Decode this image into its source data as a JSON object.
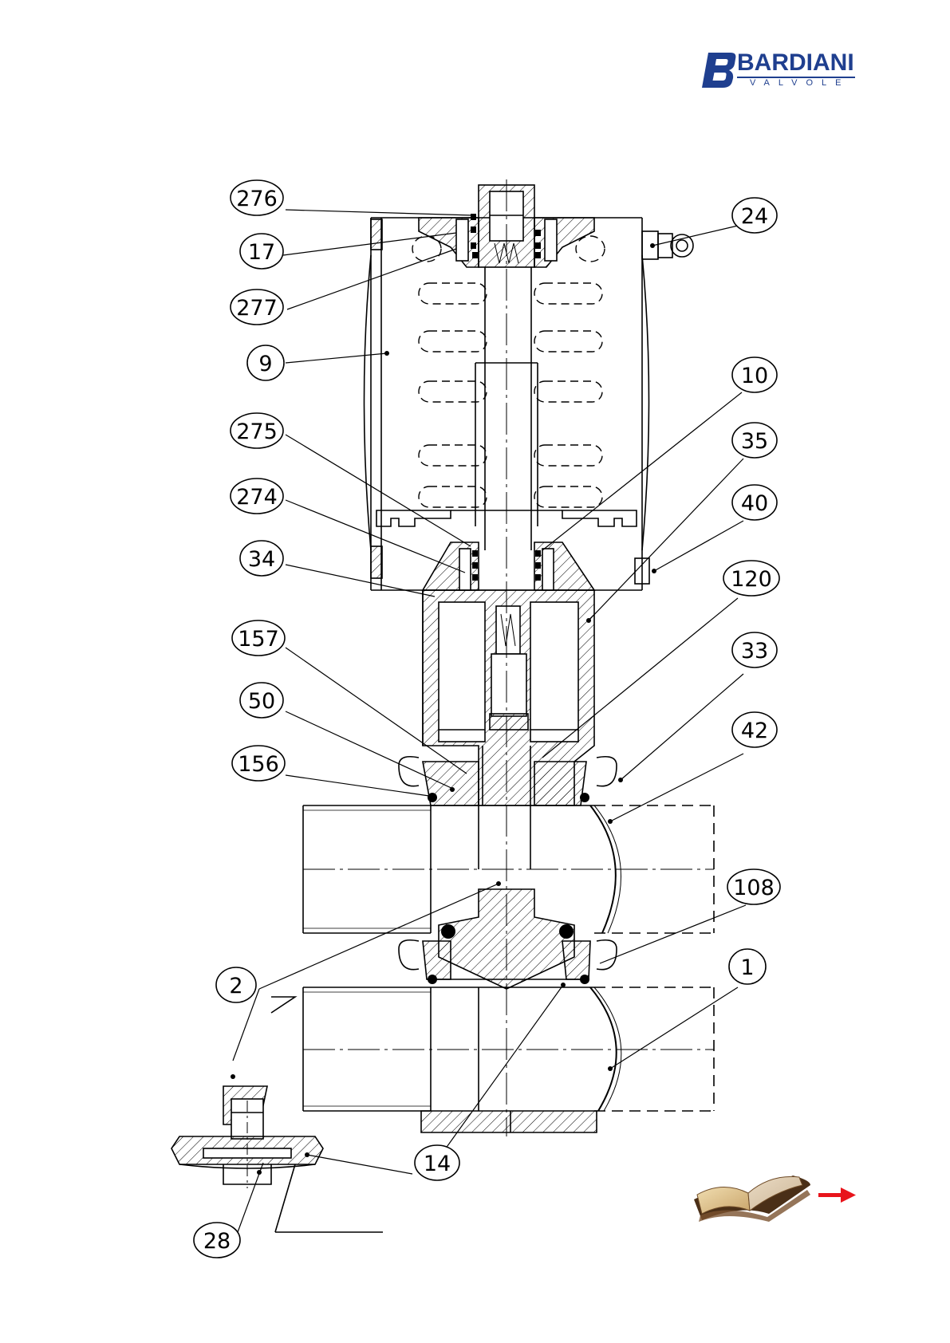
{
  "logo": {
    "brand": "BARDIANI",
    "sub": "VALVOLE",
    "brand_color": "#1f3f8f"
  },
  "callouts": [
    {
      "id": "c276",
      "label": "276"
    },
    {
      "id": "c17",
      "label": "17"
    },
    {
      "id": "c277",
      "label": "277"
    },
    {
      "id": "c9",
      "label": "9"
    },
    {
      "id": "c275",
      "label": "275"
    },
    {
      "id": "c274",
      "label": "274"
    },
    {
      "id": "c34",
      "label": "34"
    },
    {
      "id": "c157",
      "label": "157"
    },
    {
      "id": "c50",
      "label": "50"
    },
    {
      "id": "c156",
      "label": "156"
    },
    {
      "id": "c2",
      "label": "2"
    },
    {
      "id": "c28",
      "label": "28"
    },
    {
      "id": "c14",
      "label": "14"
    },
    {
      "id": "c24",
      "label": "24"
    },
    {
      "id": "c10",
      "label": "10"
    },
    {
      "id": "c35",
      "label": "35"
    },
    {
      "id": "c40",
      "label": "40"
    },
    {
      "id": "c120",
      "label": "120"
    },
    {
      "id": "c33",
      "label": "33"
    },
    {
      "id": "c42",
      "label": "42"
    },
    {
      "id": "c108",
      "label": "108"
    },
    {
      "id": "c1",
      "label": "1"
    }
  ],
  "nav": {
    "book_icon": "open-book-icon",
    "arrow_icon": "arrow-right-icon",
    "arrow_color": "#e8141b"
  }
}
